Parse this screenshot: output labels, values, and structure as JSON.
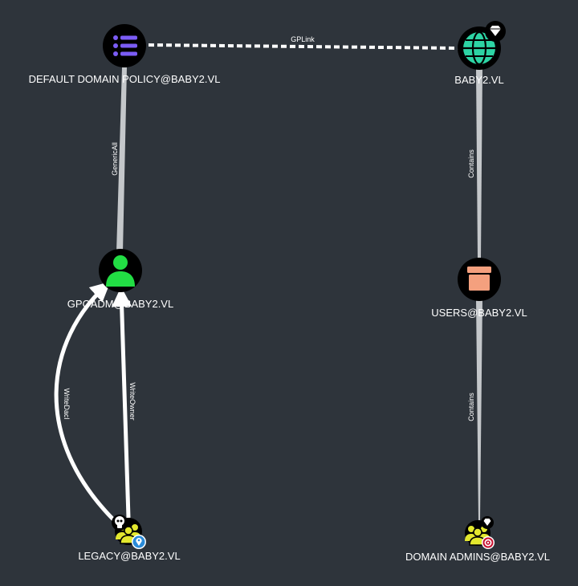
{
  "nodes": {
    "gpo": {
      "label": "DEFAULT DOMAIN POLICY@BABY2.VL",
      "icon": "list-icon",
      "kind": "GPO"
    },
    "domain": {
      "label": "BABY2.VL",
      "icon": "globe-icon",
      "badge": "gem-icon",
      "kind": "Domain"
    },
    "gpoadm": {
      "label": "GPOADM@BABY2.VL",
      "icon": "user-icon",
      "kind": "User"
    },
    "users": {
      "label": "USERS@BABY2.VL",
      "icon": "container-icon",
      "kind": "Container"
    },
    "legacy": {
      "label": "LEGACY@BABY2.VL",
      "icon": "group-icon",
      "badges": [
        "skull-icon",
        "location-pin-icon"
      ],
      "kind": "Group"
    },
    "domain_admins": {
      "label": "DOMAIN ADMINS@BABY2.VL",
      "icon": "group-icon",
      "badges": [
        "gem-icon",
        "target-icon"
      ],
      "kind": "Group"
    }
  },
  "edges": {
    "gplink": {
      "label": "GPLink",
      "from": "gpo",
      "to": "domain"
    },
    "genericall": {
      "label": "GenericAll",
      "from": "gpo",
      "to": "gpoadm"
    },
    "contains_users": {
      "label": "Contains",
      "from": "domain",
      "to": "users"
    },
    "contains_da": {
      "label": "Contains",
      "from": "users",
      "to": "domain_admins"
    },
    "writedacl": {
      "label": "WriteDacl",
      "from": "legacy",
      "to": "gpoadm"
    },
    "writeowner": {
      "label": "WriteOwner",
      "from": "legacy",
      "to": "gpoadm"
    }
  },
  "colors": {
    "background": "#2e343b",
    "gpo_icon": "#7b5cf5",
    "domain_icon": "#2dd4a4",
    "user_icon": "#22dd44",
    "container_icon": "#f4a07e",
    "group_icon": "#e3e82e",
    "edge_strong": "#ffffff",
    "edge_weak": "#c4c7ca"
  }
}
